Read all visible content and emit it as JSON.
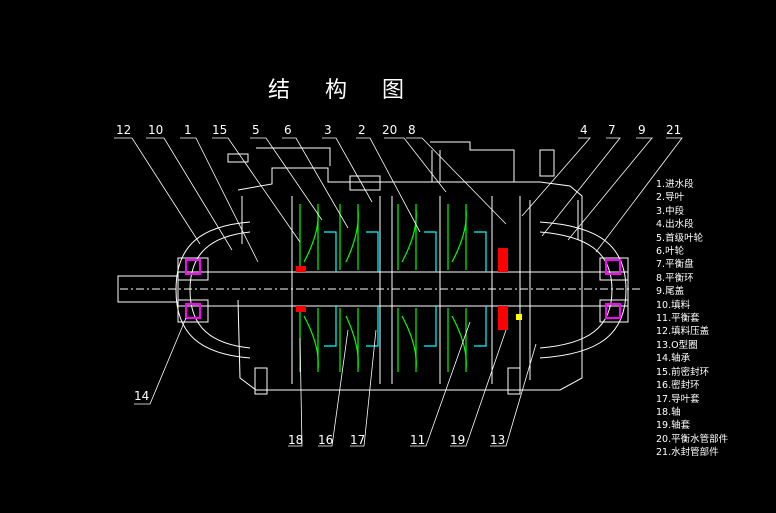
{
  "title": "结 构 图",
  "callouts": [
    "12",
    "10",
    "1",
    "15",
    "5",
    "6",
    "3",
    "2",
    "20",
    "8",
    "4",
    "7",
    "9",
    "21",
    "14",
    "18",
    "16",
    "17",
    "11",
    "19",
    "13"
  ],
  "legend": [
    "1.进水段",
    "2.导叶",
    "3.中段",
    "4.出水段",
    "5.首级叶轮",
    "6.叶轮",
    "7.平衡盘",
    "8.平衡环",
    "9.尾盖",
    "10.填料",
    "11.平衡套",
    "12.填料压盖",
    "13.O型圈",
    "14.轴承",
    "15.前密封环",
    "16.密封环",
    "17.导叶套",
    "18.轴",
    "19.轴套",
    "20.平衡水管部件",
    "21.水封管部件"
  ],
  "colors": {
    "background": "#000000",
    "outline": "#ffffff",
    "impeller": "#00ff00",
    "diffuser": "#00ffff",
    "balance": "#ff0000",
    "bearing": "#ff00ff",
    "sleeve": "#ffff00"
  }
}
